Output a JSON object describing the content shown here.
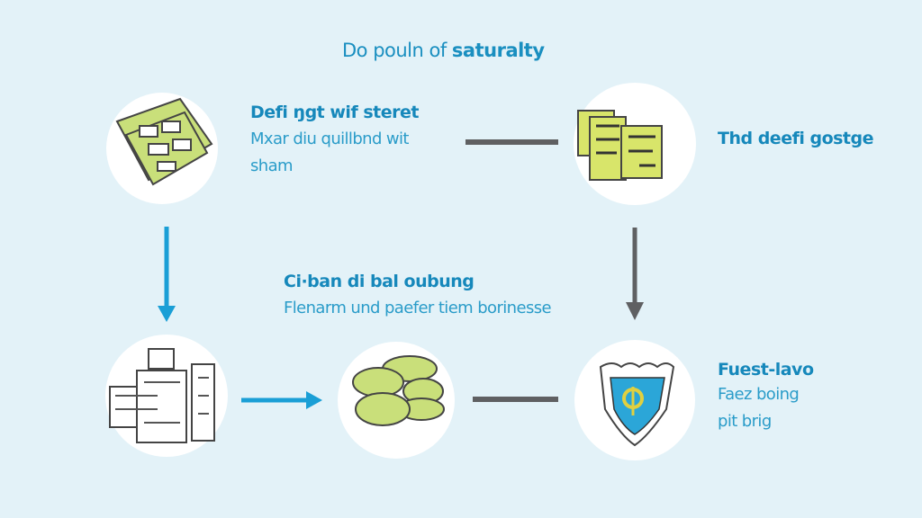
{
  "title": {
    "light": "Do pouln of ",
    "bold": "saturalty"
  },
  "nodes": [
    {
      "heading": "Defi ŋgt wif steret",
      "lines": [
        "Mxar diu quillbnd wit",
        "sham"
      ],
      "icon": "banknotes-icon"
    },
    {
      "heading": "Thd deefi gostge",
      "lines": [],
      "icon": "documents-icon"
    },
    {
      "heading": "Ci·ban di bal oubung",
      "lines": [
        "Flenarm und paefer tiem borinesse"
      ],
      "icon": "coins-icon"
    },
    {
      "heading": "Fuest-lavo",
      "lines": [
        "Faez boing",
        "pit brig"
      ],
      "icon": "shield-icon"
    },
    {
      "heading": "",
      "lines": [],
      "icon": "buildings-icon"
    }
  ],
  "colors": {
    "accent": "#1a9fd6",
    "connector": "#5f6062",
    "icon_fill": "#c9df7a",
    "background": "#e3f2f8"
  }
}
